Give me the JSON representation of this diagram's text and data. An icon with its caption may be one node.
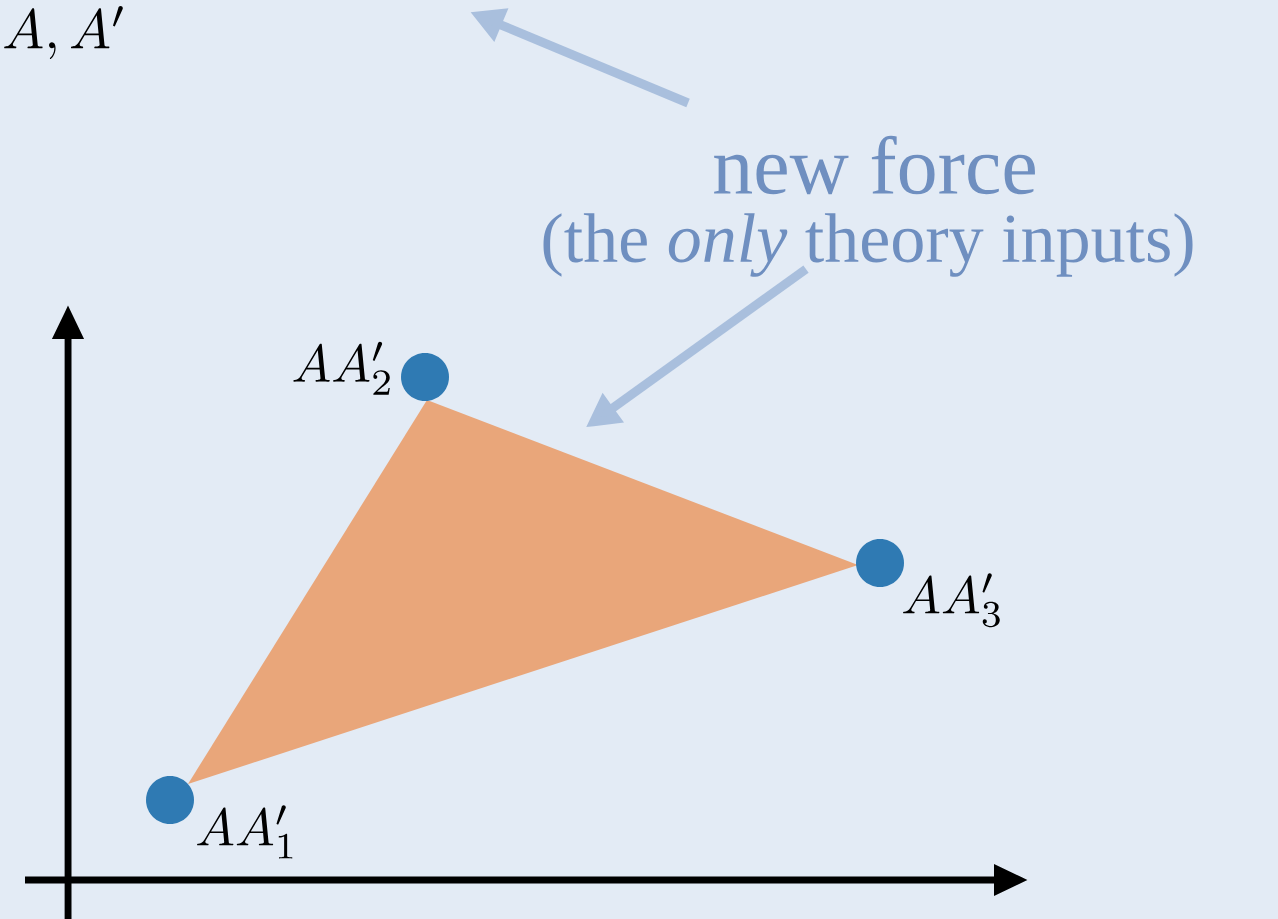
{
  "diagram": {
    "nodes": [
      {
        "text": [
          "new force"
        ]
      },
      {
        "text": [
          "(the *only* theory inputs)"
        ]
      },
      {
        "text": [],
        "shape": "triangle"
      },
      {
        "text": [],
        "shape": "circle",
        "beside": [
          "AA'_1"
        ]
      },
      {
        "text": [],
        "shape": "circle",
        "beside": [
          "AA'_2"
        ]
      },
      {
        "text": [],
        "shape": "circle",
        "beside": [
          "AA'_3"
        ]
      }
    ],
    "edges": [
      {
        "from": 0,
        "to": null,
        "arrow": "to"
      },
      {
        "from": 1,
        "to": 2,
        "arrow": "to"
      }
    ],
    "labels": [
      "A,A'"
    ]
  }
}
